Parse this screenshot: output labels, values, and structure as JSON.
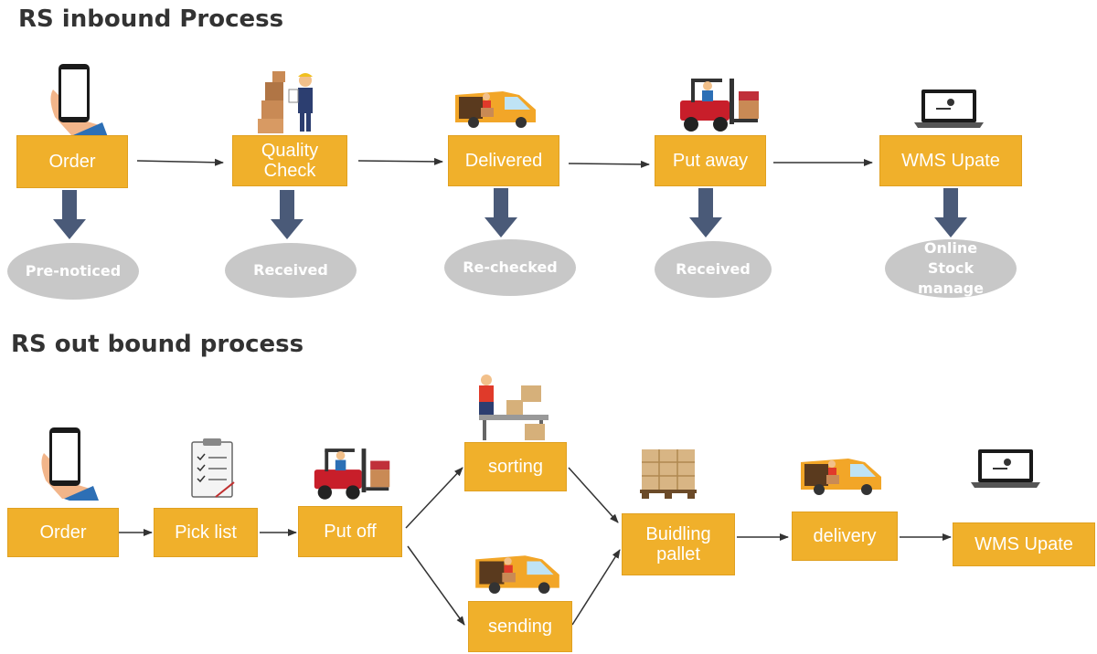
{
  "inbound": {
    "title": "RS inbound Process",
    "steps": [
      {
        "label": "Order",
        "icon": "phone-icon"
      },
      {
        "label": "Quality Check",
        "icon": "worker-boxes-icon"
      },
      {
        "label": "Delivered",
        "icon": "van-icon"
      },
      {
        "label": "Put away",
        "icon": "forklift-icon"
      },
      {
        "label": "WMS Upate",
        "icon": "laptop-icon"
      }
    ],
    "statuses": [
      "Pre-noticed",
      "Received",
      "Re-checked",
      "Received",
      "Online Stock manage"
    ]
  },
  "outbound": {
    "title": "RS out bound process",
    "steps": [
      {
        "label": "Order",
        "icon": "phone-icon"
      },
      {
        "label": "Pick list",
        "icon": "clipboard-icon"
      },
      {
        "label": "Put off",
        "icon": "forklift-icon"
      },
      {
        "label": "sorting",
        "icon": "conveyor-worker-icon"
      },
      {
        "label": "sending",
        "icon": "van-icon"
      },
      {
        "label": "Buidling pallet",
        "icon": "pallet-icon"
      },
      {
        "label": "delivery",
        "icon": "van-icon"
      },
      {
        "label": "WMS Upate",
        "icon": "laptop-icon"
      }
    ]
  },
  "colors": {
    "box": "#f0b02b",
    "oval": "#c8c8c8",
    "down_arrow": "#4a5a78",
    "line": "#333333"
  }
}
